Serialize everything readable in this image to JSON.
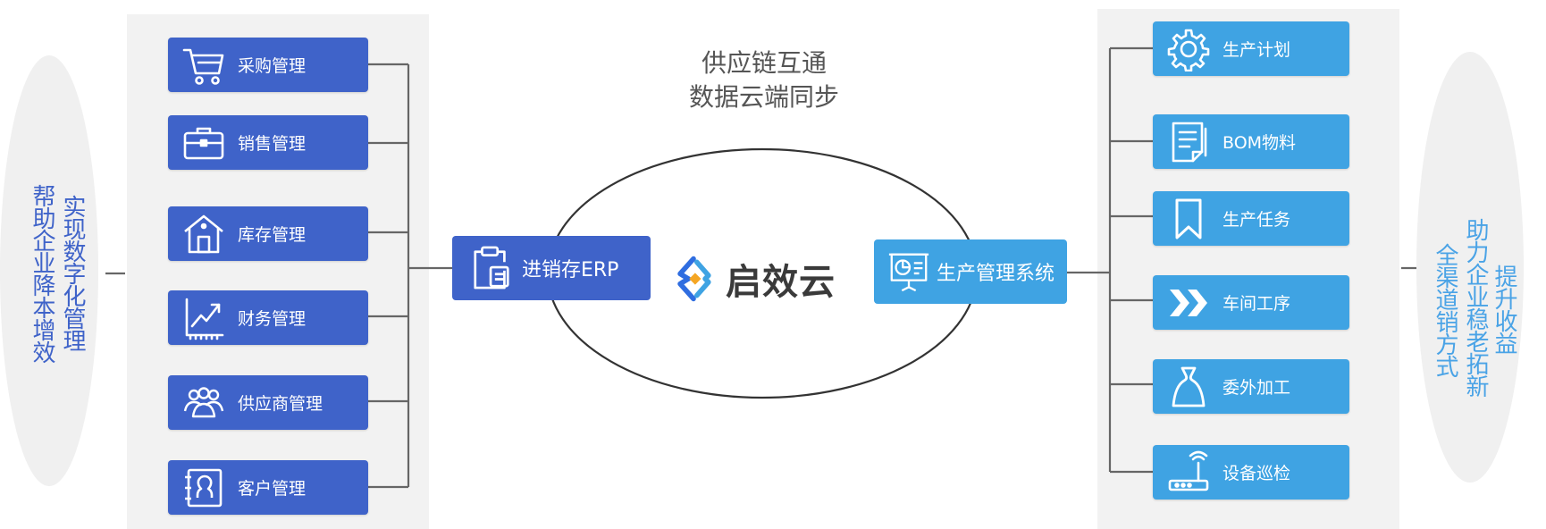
{
  "left_side_text": {
    "line1": "帮助企业降本增效",
    "line2": "实现数字化管理"
  },
  "right_side_text": {
    "line1": "全渠道销方式",
    "line2": "助力企业稳老拓新",
    "line3": "提升收益"
  },
  "left_modules": [
    {
      "label": "采购管理",
      "icon": "shopping-cart-icon"
    },
    {
      "label": "销售管理",
      "icon": "briefcase-icon"
    },
    {
      "label": "库存管理",
      "icon": "warehouse-icon"
    },
    {
      "label": "财务管理",
      "icon": "chart-growth-icon"
    },
    {
      "label": "供应商管理",
      "icon": "group-icon"
    },
    {
      "label": "客户管理",
      "icon": "contact-card-icon"
    }
  ],
  "right_modules": [
    {
      "label": "生产计划",
      "icon": "gear-icon"
    },
    {
      "label": "BOM物料",
      "icon": "document-icon"
    },
    {
      "label": "生产任务",
      "icon": "bookmark-icon"
    },
    {
      "label": "车间工序",
      "icon": "double-chevron-icon"
    },
    {
      "label": "委外加工",
      "icon": "weight-icon"
    },
    {
      "label": "设备巡检",
      "icon": "router-icon"
    }
  ],
  "center": {
    "title_line1": "供应链互通",
    "title_line2": "数据云端同步",
    "erp_label": "进销存ERP",
    "production_label": "生产管理系统",
    "brand": "启效云"
  },
  "colors": {
    "left_blue": "#3f63c9",
    "right_blue": "#3fa3e3",
    "panel_gray": "#f2f2f2",
    "line_gray": "#666666"
  }
}
